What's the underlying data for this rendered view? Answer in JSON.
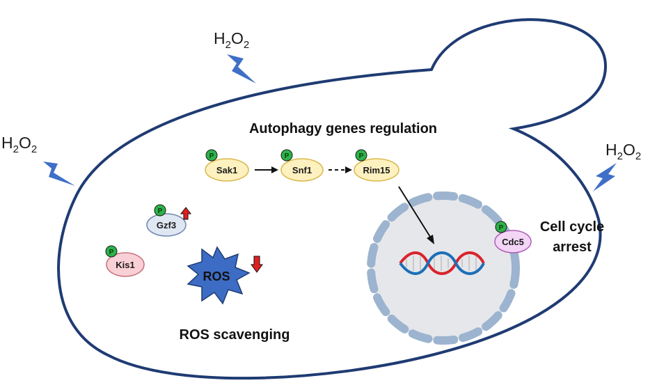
{
  "oxidant": {
    "base": "H",
    "sub": "2",
    "mid": "O",
    "sub2": "2"
  },
  "labels": {
    "autophagy": "Autophagy genes regulation",
    "ros_scavenging": "ROS scavenging",
    "cell_cycle_line1": "Cell cycle",
    "cell_cycle_line2": "arrest",
    "ros": "ROS"
  },
  "proteins": {
    "sak1": "Sak1",
    "snf1": "Snf1",
    "rim15": "Rim15",
    "gzf3": "Gzf3",
    "kis1": "Kis1",
    "cdc5": "Cdc5"
  },
  "phospho_mark": "P",
  "colors": {
    "cell_outline": "#1f3b73",
    "bolt": "#3f6fc7",
    "phospho": "#2db34a",
    "yellow_protein": "#fdf1c0",
    "yellow_protein_border": "#d9b84a",
    "gzf3_fill": "#dfe7f3",
    "kis1_fill": "#f9d0d5",
    "cdc5_fill": "#f3d6f5",
    "nucleus_fill": "#e6e7ea",
    "nucleus_membrane": "#9cb4cf",
    "ros_star": "#3d6cc4",
    "red_arrow": "#e02020",
    "dna_red": "#d8242c",
    "dna_blue": "#1c6fb8"
  }
}
